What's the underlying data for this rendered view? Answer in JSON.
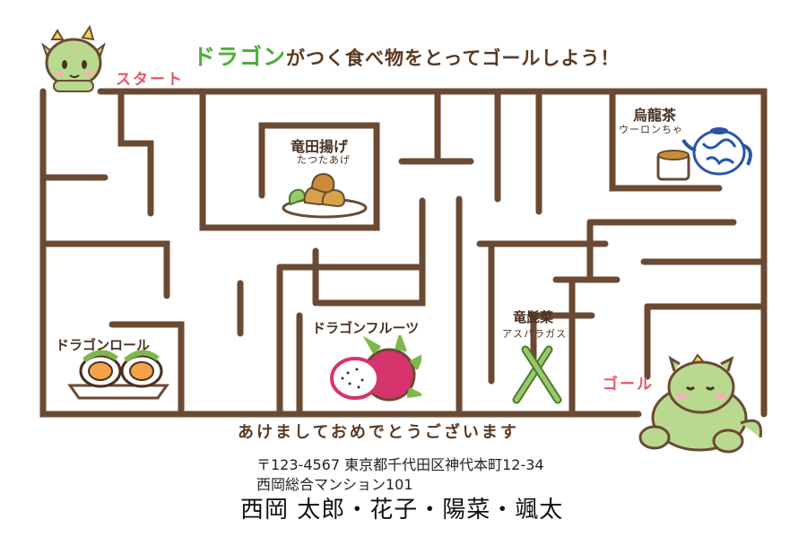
{
  "title": {
    "dragon_word": "ドラゴン",
    "rest": "がつく食べ物をとってゴールしよう！"
  },
  "start_label": "スタート",
  "goal_label": "ゴール",
  "items": {
    "tatsuta": {
      "name": "竜田揚げ",
      "reading": "たつたあげ"
    },
    "oolong": {
      "name": "烏龍茶",
      "reading": "ウーロンちゃ"
    },
    "roll": {
      "name": "ドラゴンロール"
    },
    "fruit": {
      "name": "ドラゴンフルーツ"
    },
    "asparagus": {
      "name": "竜髭菜",
      "reading": "アスパラガス"
    }
  },
  "greeting": "あけましておめでとうございます",
  "address": {
    "line1": "〒123-4567 東京都千代田区神代本町12-34",
    "line2": "西岡総合マンション101"
  },
  "names": "西岡 太郎・花子・陽菜・颯太",
  "colors": {
    "wall": "#6b4a33",
    "accent_red": "#e5566a",
    "dragon_green": "#4fae3a"
  },
  "icons": [
    "dragon-mascot-icon",
    "fried-chicken-icon",
    "teapot-icon",
    "sushi-roll-icon",
    "dragon-fruit-icon",
    "asparagus-icon"
  ]
}
